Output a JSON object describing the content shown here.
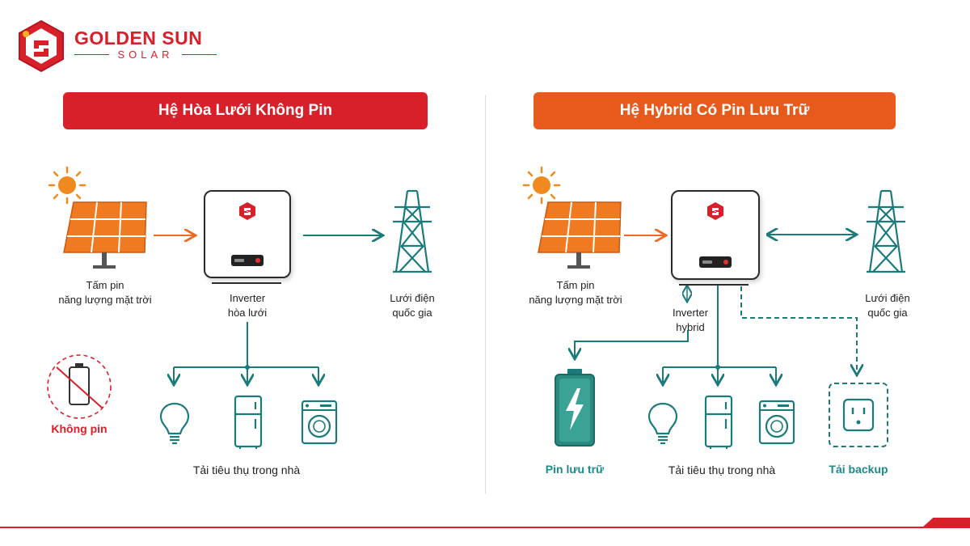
{
  "brand": {
    "name": "GOLDEN SUN",
    "sub": "SOLAR"
  },
  "left_panel": {
    "title": "Hệ Hòa Lưới Không Pin",
    "panel_label_1": "Tấm pin",
    "panel_label_2": "năng lượng mặt trời",
    "inverter_label_1": "Inverter",
    "inverter_label_2": "hòa lưới",
    "grid_label_1": "Lưới điện",
    "grid_label_2": "quốc gia",
    "no_battery_label": "Không pin",
    "loads_label": "Tải tiêu thụ trong nhà"
  },
  "right_panel": {
    "title": "Hệ Hybrid Có Pin Lưu Trữ",
    "panel_label_1": "Tấm pin",
    "panel_label_2": "năng lượng mặt trời",
    "inverter_label_1": "Inverter",
    "inverter_label_2": "hybrid",
    "grid_label_1": "Lưới điện",
    "grid_label_2": "quốc gia",
    "battery_label": "Pin lưu trữ",
    "loads_label": "Tải tiêu thụ trong nhà",
    "backup_label": "Tải backup"
  },
  "colors": {
    "brand_red": "#d8202a",
    "banner_orange": "#e85a1c",
    "teal": "#1b7a7a",
    "panel_orange": "#f07a22",
    "sun": "#f08a1e"
  }
}
